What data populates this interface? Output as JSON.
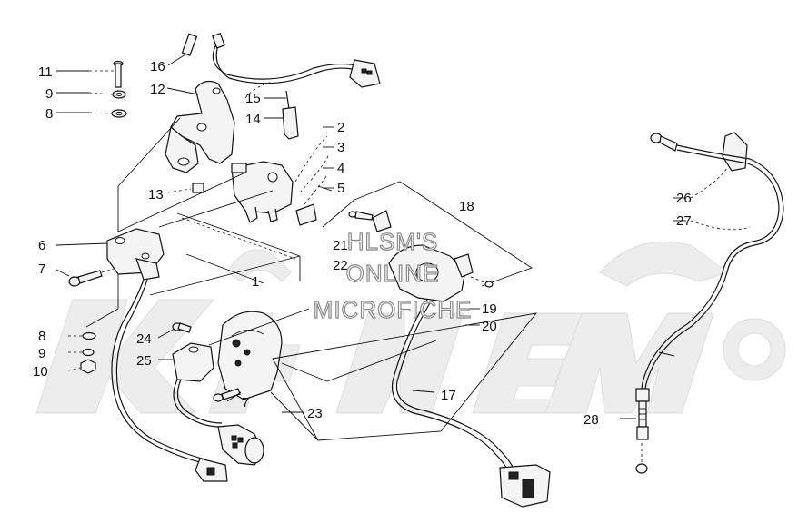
{
  "watermark": {
    "lines": [
      "HLSM'S",
      "ONLINE",
      "MICROFICHE"
    ]
  },
  "callouts": [
    {
      "id": "c16",
      "text": "16"
    },
    {
      "id": "c11",
      "text": "11"
    },
    {
      "id": "c12",
      "text": "12"
    },
    {
      "id": "c9a",
      "text": "9"
    },
    {
      "id": "c8a",
      "text": "8"
    },
    {
      "id": "c15",
      "text": "15"
    },
    {
      "id": "c14",
      "text": "14"
    },
    {
      "id": "c2",
      "text": "2"
    },
    {
      "id": "c3",
      "text": "3"
    },
    {
      "id": "c4",
      "text": "4"
    },
    {
      "id": "c5",
      "text": "5"
    },
    {
      "id": "c13",
      "text": "13"
    },
    {
      "id": "c18",
      "text": "18"
    },
    {
      "id": "c6",
      "text": "6"
    },
    {
      "id": "c21",
      "text": "21"
    },
    {
      "id": "c22",
      "text": "22"
    },
    {
      "id": "c7a",
      "text": "7"
    },
    {
      "id": "c1",
      "text": "1"
    },
    {
      "id": "c19",
      "text": "19"
    },
    {
      "id": "c20",
      "text": "20"
    },
    {
      "id": "c8b",
      "text": "8"
    },
    {
      "id": "c24",
      "text": "24"
    },
    {
      "id": "c9b",
      "text": "9"
    },
    {
      "id": "c25",
      "text": "25"
    },
    {
      "id": "c10",
      "text": "10"
    },
    {
      "id": "c7b",
      "text": "7"
    },
    {
      "id": "c17",
      "text": "17"
    },
    {
      "id": "c23",
      "text": "23"
    },
    {
      "id": "c26",
      "text": "26"
    },
    {
      "id": "c27",
      "text": "27"
    },
    {
      "id": "c28",
      "text": "28"
    }
  ]
}
